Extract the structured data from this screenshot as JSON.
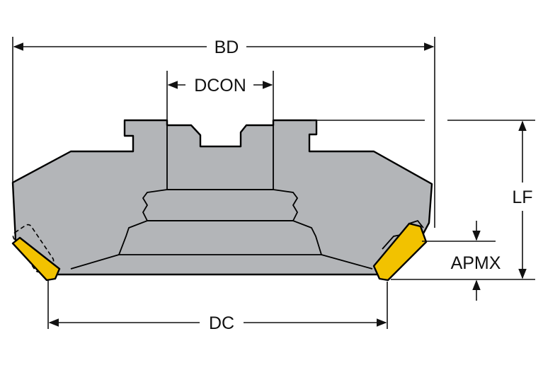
{
  "drawing": {
    "labels": {
      "bd": "BD",
      "dcon": "DCON",
      "lf": "LF",
      "apmx": "APMX",
      "dc": "DC"
    },
    "colors": {
      "body": "#b3b5b8",
      "insert": "#f2c200",
      "line": "#000000",
      "background": "#ffffff"
    }
  }
}
